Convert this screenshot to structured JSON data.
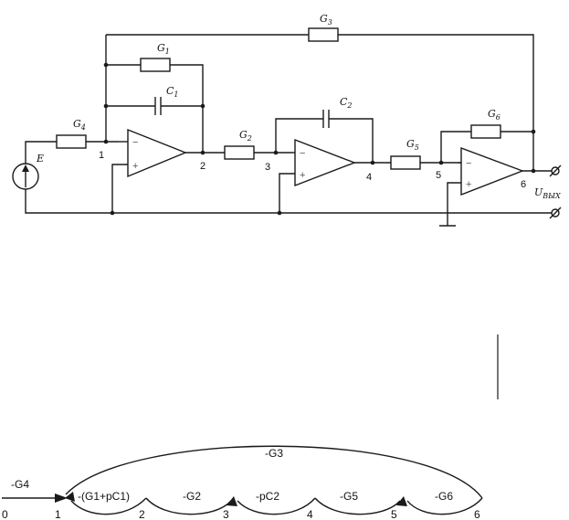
{
  "circuit": {
    "source_label": "E",
    "components": [
      {
        "name": "G",
        "sub": "3"
      },
      {
        "name": "G",
        "sub": "1"
      },
      {
        "name": "C",
        "sub": "1"
      },
      {
        "name": "G",
        "sub": "4"
      },
      {
        "name": "G",
        "sub": "2"
      },
      {
        "name": "C",
        "sub": "2"
      },
      {
        "name": "G",
        "sub": "5"
      },
      {
        "name": "G",
        "sub": "6"
      }
    ],
    "nodes": [
      "1",
      "2",
      "3",
      "4",
      "5",
      "6"
    ],
    "opamp_minus": "−",
    "opamp_plus": "+",
    "output_label": {
      "name": "U",
      "sub": "ВЫХ"
    }
  },
  "graph": {
    "nodes": [
      "0",
      "1",
      "2",
      "3",
      "4",
      "5",
      "6"
    ],
    "edges": [
      {
        "label": "-G4"
      },
      {
        "label": "-(G1+pC1)"
      },
      {
        "label": "-G2"
      },
      {
        "label": "-pC2"
      },
      {
        "label": "-G5"
      },
      {
        "label": "-G6"
      },
      {
        "label": "-G3"
      }
    ]
  }
}
